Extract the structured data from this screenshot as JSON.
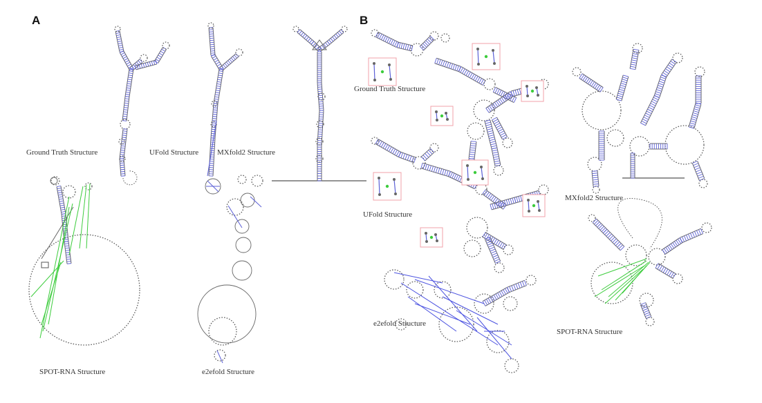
{
  "panels": {
    "A": {
      "letter": "A",
      "labels": {
        "ground_truth": "Ground Truth Structure",
        "ufold": "UFold Structure",
        "mxfold2": "MXfold2 Structure",
        "spot_rna": "SPOT-RNA Structure",
        "e2efold": "e2efold Structure"
      }
    },
    "B": {
      "letter": "B",
      "labels": {
        "ground_truth": "Ground Truth Structure",
        "ufold": "UFold Structure",
        "e2efold": "e2efold Structure",
        "mxfold2": "MXfold2 Structure",
        "spot_rna": "SPOT-RNA Structure"
      }
    }
  },
  "colors": {
    "pair": "#5b5fd6",
    "backbone": "#555555",
    "pseudoknot": "#3ccc3c",
    "inset_border": "#f0a0a8"
  }
}
